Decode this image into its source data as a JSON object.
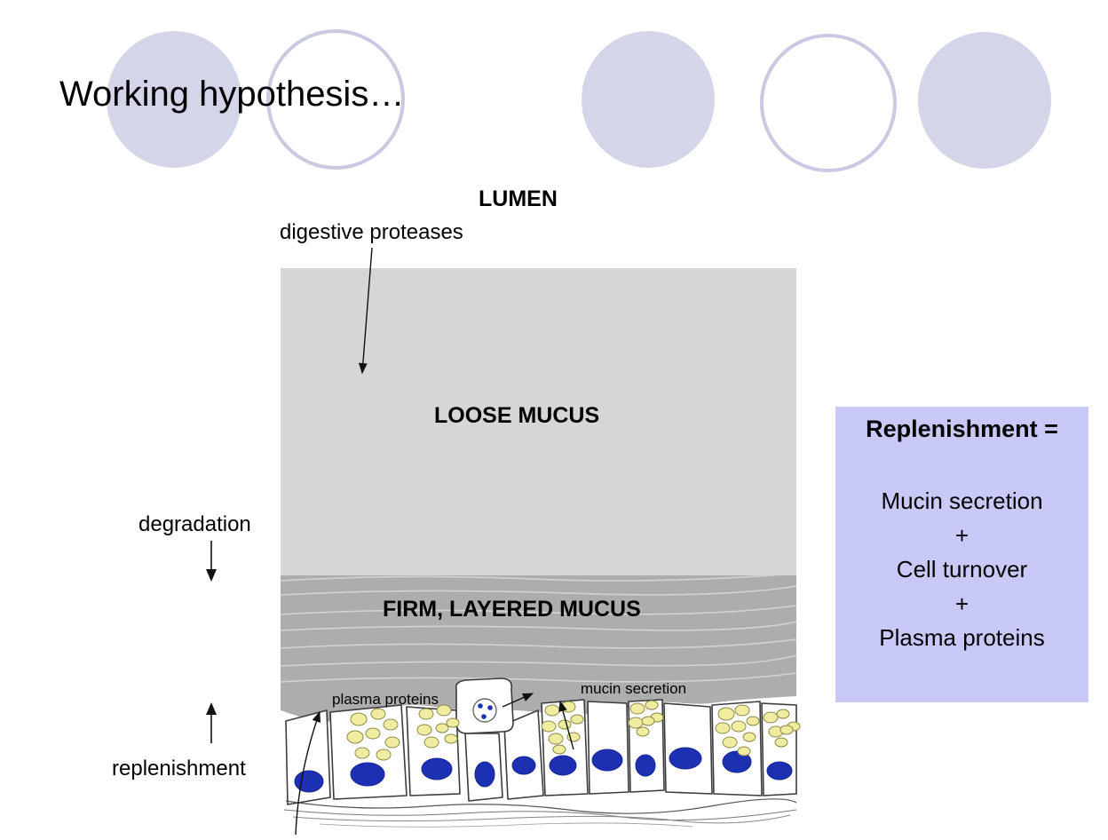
{
  "slide_title": "Working hypothesis…",
  "diagram": {
    "lumen": "LUMEN",
    "digestive_proteases": "digestive proteases",
    "loose_mucus": "LOOSE MUCUS",
    "firm_layered_mucus": "FIRM, LAYERED MUCUS",
    "plasma_proteins": "plasma proteins",
    "mucin_secretion": "mucin secretion",
    "degradation": "degradation",
    "replenishment": "replenishment"
  },
  "summary_box": {
    "heading": "Replenishment =",
    "items": [
      "Mucin secretion",
      "+",
      "Cell turnover",
      "+",
      "Plasma proteins"
    ]
  },
  "colors": {
    "circle_fill": "#D5D5E9",
    "circle_outline": "#C9C9E2",
    "loose_mucus_gray": "#D6D6D6",
    "firm_mucus_gray": "#ADADAD",
    "summary_box_bg": "#C9C9F7",
    "nucleus_blue": "#1D30B2",
    "granule_yellow": "#F0EDA0"
  }
}
